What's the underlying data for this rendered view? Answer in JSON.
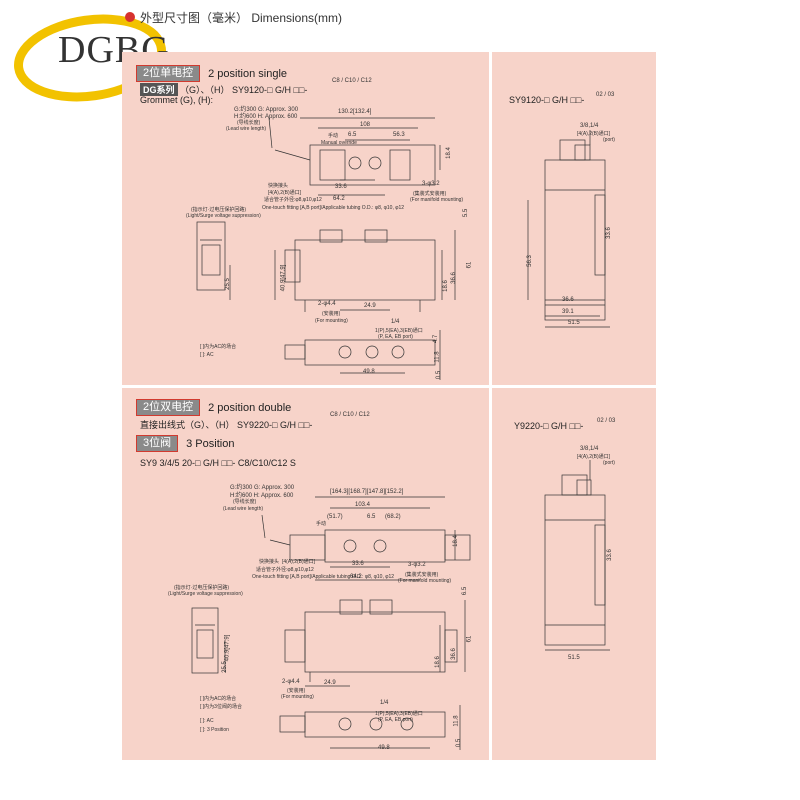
{
  "logo": {
    "text": "DGBG"
  },
  "header": {
    "title": "外型尺寸图（毫米） Dimensions(mm)"
  },
  "section1": {
    "label": "2位单电控",
    "sub": "2 position single",
    "brand": "DG系列",
    "model_line": "（G）、（H） SY9120-□ G/H □□-",
    "model_suffix": "C8 / C10 / C12",
    "grommet": "Grommet (G), (H):",
    "g_label": "G:约300 G: Approx. 300",
    "h_label": "H:约600 H: Approx. 600",
    "lead_wire_cn": "(导线长度)",
    "lead_wire_en": "(Lead wire length)",
    "dims": {
      "d130": "130.2[132.4]",
      "d108": "108",
      "d65": "6.5",
      "d563": "56.3",
      "d184": "18.4",
      "d336": "33.6",
      "d642": "64.2",
      "d55": "5.5",
      "d61": "61",
      "d4479": "40.9[47.9]",
      "d366": "36.6",
      "d186": "18.6",
      "d255": "25.5",
      "d249": "24.9",
      "d498": "49.8",
      "d118": "11.8",
      "d05": "0.5",
      "d14": "1/4",
      "d47": "4.7"
    },
    "manual_cn": "手动",
    "manual_en": "Manual override",
    "fitting_cn": "快换接头",
    "ports_cn": "[4(A),2(B)通口]",
    "fits_cn": "适合管子外径:φ8,φ10,φ12",
    "fits_en": "One-touch fitting [A,B port]/Applicable tubing O.D.: φ8, φ10, φ12",
    "hole_cn": "3-φ3.2",
    "hole_mount_cn": "(集装式安装用)",
    "hole_mount_en": "(For manifold mounting)",
    "light_cn": "(指示灯·过电压保护回路)",
    "light_en": "(Light/Surge voltage suppression)",
    "hole2_cn": "2-φ4.4",
    "hole2_mount_cn": "(安装用)",
    "hole2_mount_en": "(For mounting)",
    "port_label": "1(P),5(EA),3(EB)通口",
    "port_en": "(P, EA, EB port)",
    "note_ac_cn": "[ ]内为AC的场合",
    "note_ac_en": "[ ]: AC"
  },
  "section1_right": {
    "model": "SY9120-□ G/H □□-",
    "model_suffix": "02 / 03",
    "port": "3/8,1/4",
    "ports": "[4(A),2(B)通口]",
    "port_en": "(port)",
    "d336": "33.6",
    "d563": "56.3",
    "d366": "36.6",
    "d391": "39.1",
    "d515": "51.5"
  },
  "section2": {
    "label": "2位双电控",
    "sub": "2 position double",
    "model_line": "直接出线式（G）、（H） SY9220-□ G/H □□-",
    "model_suffix": "C8 / C10 / C12",
    "label3": "3位阀",
    "sub3": "3 Position",
    "model3": "SY9 3/4/5 20-□ G/H □□- C8/C10/C12 S",
    "g_label": "G:约300 G: Approx. 300",
    "h_label": "H:约600 H: Approx. 600",
    "lead_wire_cn": "(导线长度)",
    "lead_wire_en": "(Lead wire length)",
    "dims": {
      "top": "[164.3][168.7][147.8][152.2]",
      "d1034": "103.4",
      "d517": "(51.7)",
      "d65": "6.5",
      "d682": "(68.2)",
      "d184": "18.4",
      "d336": "33.6",
      "d642": "64.2",
      "d65b": "6.5",
      "d61": "61",
      "d4479": "40.9[47.9]",
      "d366": "36.6",
      "d186": "18.6",
      "d255": "25.5",
      "d249": "24.9",
      "d14": "1/4",
      "d498": "49.8",
      "d118": "11.8",
      "d05": "0.5"
    },
    "manual_cn": "手动",
    "fitting_cn": "快换接头",
    "ports_cn": "[4(A),2(B)通口]",
    "fits_cn": "适合管子外径:φ8,φ10,φ12",
    "fits_en": "One-touch fitting [A,B port]/Applicable tubing O.D.: φ8, φ10, φ12",
    "hole_cn": "3-φ3.2",
    "hole_mount_cn": "(集装式安装用)",
    "hole_mount_en": "(For manifold mounting)",
    "light_cn": "(指示灯·过电压保护回路)",
    "light_en": "(Light/Surge voltage suppression)",
    "hole2_cn": "2-φ4.4",
    "hole2_mount_cn": "(安装用)",
    "hole2_mount_en": "(For mounting)",
    "port_label": "1(P),5(EA),3(EB)通口",
    "port_en": "(P, EA, EB port)",
    "note_ac_cn": "[ ]内为AC的场合",
    "note_3p_cn": "[ ]内为3位阀的场合",
    "note_ac_en": "[ ]: AC",
    "note_3p_en": "[ ]: 3 Position"
  },
  "section2_right": {
    "model": "Y9220-□ G/H □□-",
    "model_suffix": "02 / 03",
    "port": "3/8,1/4",
    "ports": "[4(A),2(B)通口]",
    "port_en": "(port)",
    "d336": "33.6",
    "d515": "51.5"
  }
}
